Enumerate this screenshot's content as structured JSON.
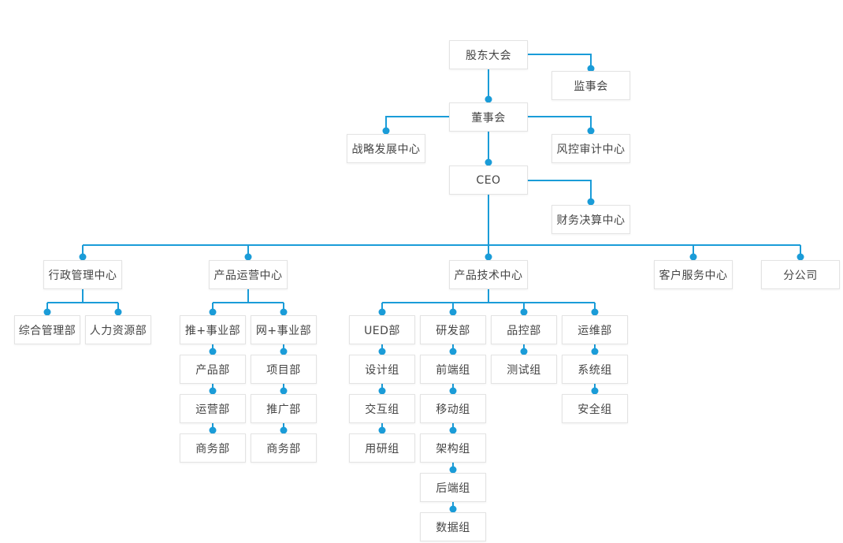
{
  "diagram": {
    "type": "org-chart",
    "colors": {
      "line": "#1a9cd8",
      "dot": "#1a9cd8",
      "box_border": "#e3e3e3",
      "box_bg": "#ffffff",
      "text": "#454545",
      "page_bg": "#ffffff"
    },
    "nodes": {
      "shareholders": {
        "label": "股东大会"
      },
      "supervisory": {
        "label": "监事会"
      },
      "board": {
        "label": "董事会"
      },
      "strategy": {
        "label": "战略发展中心"
      },
      "risk": {
        "label": "风控审计中心"
      },
      "ceo": {
        "label": "CEO"
      },
      "finance": {
        "label": "财务决算中心"
      },
      "admin": {
        "label": "行政管理中心"
      },
      "general": {
        "label": "综合管理部"
      },
      "hr": {
        "label": "人力资源部"
      },
      "productops": {
        "label": "产品运营中心"
      },
      "tui_bu": {
        "label": "推+事业部"
      },
      "wang_bu": {
        "label": "网+事业部"
      },
      "product": {
        "label": "产品部"
      },
      "operation": {
        "label": "运营部"
      },
      "business_tui": {
        "label": "商务部"
      },
      "project": {
        "label": "项目部"
      },
      "promotion": {
        "label": "推广部"
      },
      "business_wang": {
        "label": "商务部"
      },
      "prodtech": {
        "label": "产品技术中心"
      },
      "ued": {
        "label": "UED部"
      },
      "design": {
        "label": "设计组"
      },
      "interaction": {
        "label": "交互组"
      },
      "research": {
        "label": "用研组"
      },
      "rd": {
        "label": "研发部"
      },
      "frontend": {
        "label": "前端组"
      },
      "mobile": {
        "label": "移动组"
      },
      "architecture": {
        "label": "架构组"
      },
      "backend": {
        "label": "后端组"
      },
      "data_group": {
        "label": "数据组"
      },
      "qc": {
        "label": "品控部"
      },
      "testing": {
        "label": "测试组"
      },
      "ops": {
        "label": "运维部"
      },
      "system": {
        "label": "系统组"
      },
      "security": {
        "label": "安全组"
      },
      "customer": {
        "label": "客户服务中心"
      },
      "branch": {
        "label": "分公司"
      }
    },
    "hierarchy": {
      "label": "股东大会",
      "children": [
        {
          "label": "监事会"
        },
        {
          "label": "董事会",
          "children": [
            {
              "label": "战略发展中心"
            },
            {
              "label": "风控审计中心"
            },
            {
              "label": "CEO",
              "children": [
                {
                  "label": "财务决算中心"
                },
                {
                  "label": "行政管理中心",
                  "children": [
                    {
                      "label": "综合管理部"
                    },
                    {
                      "label": "人力资源部"
                    }
                  ]
                },
                {
                  "label": "产品运营中心",
                  "children": [
                    {
                      "label": "推+事业部",
                      "children": [
                        {
                          "label": "产品部"
                        },
                        {
                          "label": "运营部"
                        },
                        {
                          "label": "商务部"
                        }
                      ]
                    },
                    {
                      "label": "网+事业部",
                      "children": [
                        {
                          "label": "项目部"
                        },
                        {
                          "label": "推广部"
                        },
                        {
                          "label": "商务部"
                        }
                      ]
                    }
                  ]
                },
                {
                  "label": "产品技术中心",
                  "children": [
                    {
                      "label": "UED部",
                      "children": [
                        {
                          "label": "设计组"
                        },
                        {
                          "label": "交互组"
                        },
                        {
                          "label": "用研组"
                        }
                      ]
                    },
                    {
                      "label": "研发部",
                      "children": [
                        {
                          "label": "前端组"
                        },
                        {
                          "label": "移动组"
                        },
                        {
                          "label": "架构组"
                        },
                        {
                          "label": "后端组"
                        },
                        {
                          "label": "数据组"
                        }
                      ]
                    },
                    {
                      "label": "品控部",
                      "children": [
                        {
                          "label": "测试组"
                        }
                      ]
                    },
                    {
                      "label": "运维部",
                      "children": [
                        {
                          "label": "系统组"
                        },
                        {
                          "label": "安全组"
                        }
                      ]
                    }
                  ]
                },
                {
                  "label": "客户服务中心"
                },
                {
                  "label": "分公司"
                }
              ]
            }
          ]
        }
      ]
    }
  }
}
